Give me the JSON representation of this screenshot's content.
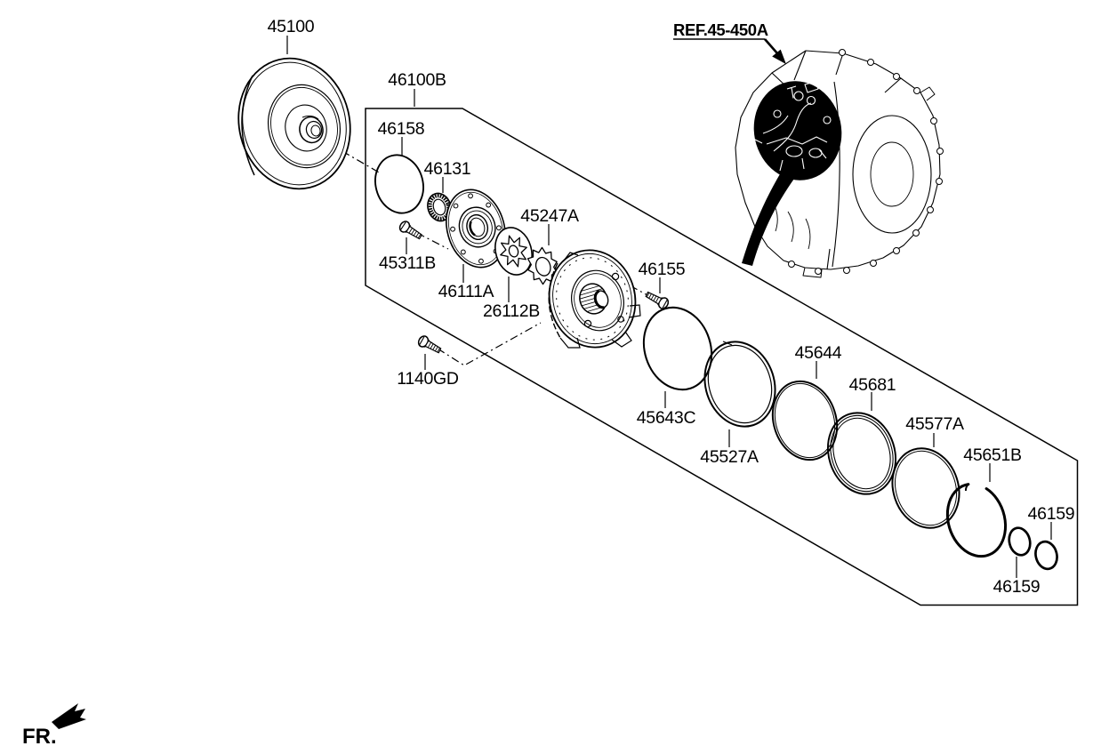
{
  "labels": {
    "p45100": "45100",
    "p46100B": "46100B",
    "p46158": "46158",
    "p46131": "46131",
    "p45311B": "45311B",
    "p46111A": "46111A",
    "p26112B": "26112B",
    "p45247A": "45247A",
    "p46155": "46155",
    "p1140GD": "1140GD",
    "p45643C": "45643C",
    "p45527A": "45527A",
    "p45644": "45644",
    "p45681": "45681",
    "p45577A": "45577A",
    "p45651B": "45651B",
    "p46159": "46159",
    "ref": "REF.45-450A",
    "fr": "FR."
  },
  "icons": {
    "ref_arrow": "arrow-down-right",
    "fr_arrow": "arrow-down-left"
  },
  "colors": {
    "ink": "#000000",
    "paper": "#ffffff",
    "highlight_fill": "#000000"
  }
}
